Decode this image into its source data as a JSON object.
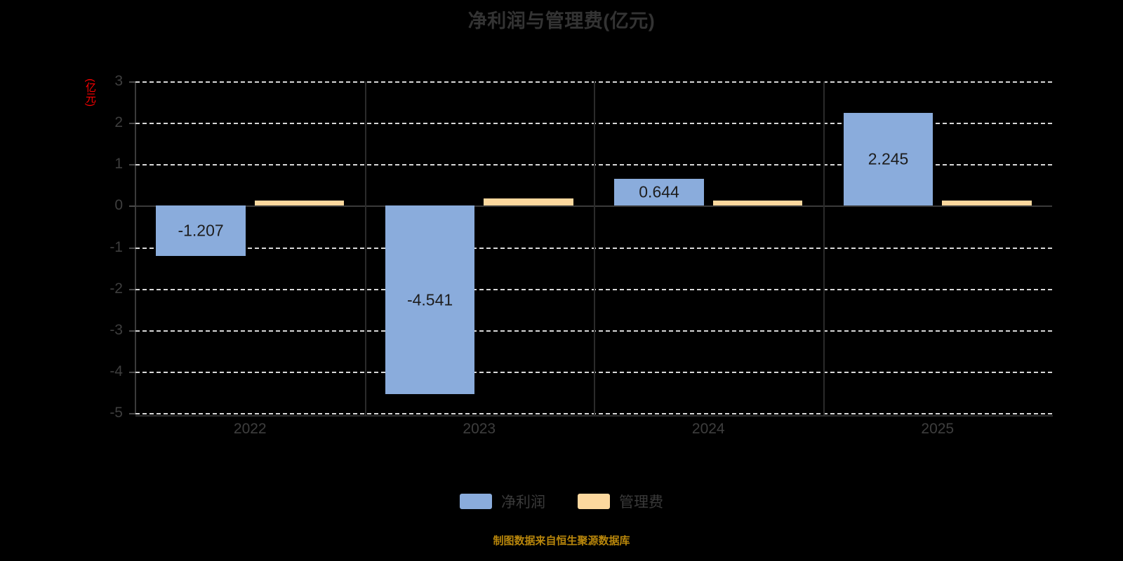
{
  "title": "净利润与管理费(亿元)",
  "y_axis_name": "(亿元)",
  "footer": "制图数据来自恒生聚源数据库",
  "colors": {
    "net_profit": "#8AACDC",
    "admin_expense": "#FCD89E",
    "title": "#333333",
    "axis_text": "#3E3E3E",
    "grid": "#D8D8D8",
    "y_axis_name": "#FF0000",
    "footer": "#B8860B",
    "background": "#000000"
  },
  "legend": {
    "position": "bottom",
    "items": [
      {
        "label": "净利润",
        "color": "#8AACDC"
      },
      {
        "label": "管理费",
        "color": "#FCD89E"
      }
    ]
  },
  "y_ticks": [
    "3",
    "2",
    "1",
    "0",
    "-1",
    "-2",
    "-3",
    "-4",
    "-5"
  ],
  "x_ticks": [
    "2022",
    "2023",
    "2024",
    "2025"
  ],
  "bar_labels": [
    "-1.207",
    "-4.541",
    "0.644",
    "2.245"
  ],
  "chart_data": {
    "type": "bar",
    "title": "净利润与管理费(亿元)",
    "xlabel": "",
    "ylabel": "(亿元)",
    "ylim": [
      -5,
      3
    ],
    "ytick_values": [
      3,
      2,
      1,
      0,
      -1,
      -2,
      -3,
      -4,
      -5
    ],
    "grid": true,
    "categories": [
      "2022",
      "2023",
      "2024",
      "2025"
    ],
    "series": [
      {
        "name": "净利润",
        "color": "#8AACDC",
        "values": [
          -1.207,
          -4.541,
          0.644,
          2.245
        ],
        "labels": [
          "-1.207",
          "-4.541",
          "0.644",
          "2.245"
        ]
      },
      {
        "name": "管理费",
        "color": "#FCD89E",
        "values": [
          0.13,
          0.18,
          0.12,
          0.12
        ],
        "labels": [
          "",
          "",
          "",
          ""
        ]
      }
    ],
    "annotations": [
      "制图数据来自恒生聚源数据库"
    ]
  }
}
